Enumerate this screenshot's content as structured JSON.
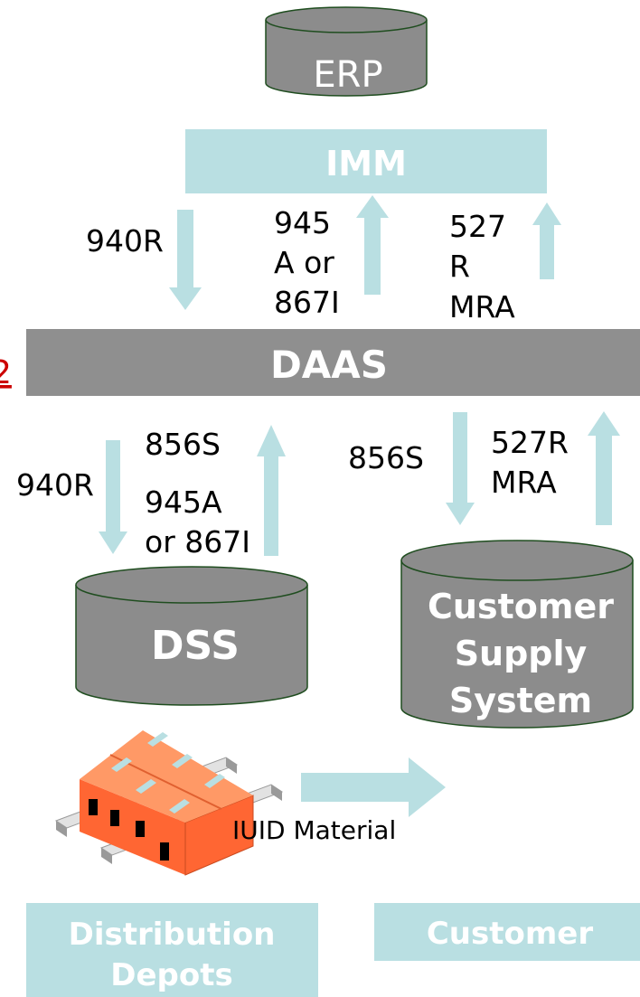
{
  "nodes": {
    "erp": "ERP",
    "imm": "IMM",
    "daas": "DAAS",
    "dss": "DSS",
    "customer_supply_system": [
      "Customer",
      "Supply",
      "System"
    ],
    "distribution_depots": [
      "Distribution",
      "Depots"
    ],
    "customer": "Customer"
  },
  "flows": {
    "imm_down": "940R",
    "imm_up_1": [
      "945",
      "A or",
      "867I"
    ],
    "imm_up_2": [
      "527",
      "R",
      "MRA"
    ],
    "dss_down": "940R",
    "dss_up": [
      "856S",
      "945A",
      "or 867I"
    ],
    "css_down": "856S",
    "css_up": [
      "527R",
      "MRA"
    ],
    "material": "IUID Material"
  },
  "edge_fragment": "2",
  "icons": [
    "warehouse-icon"
  ],
  "colors": {
    "cylinder": "#8c8c8c",
    "cylinder_edge": "#1f4d1f",
    "box_light": "#b9dfe2",
    "daas_bar": "#8f8f8f",
    "arrow": "#b9dfe2",
    "edge_fragment": "#cc0000"
  }
}
